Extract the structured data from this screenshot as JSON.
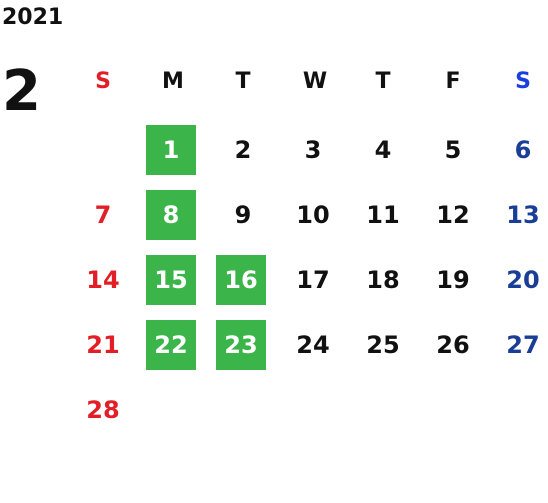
{
  "calendar": {
    "year": "2021",
    "month": "2",
    "weekdays": [
      "S",
      "M",
      "T",
      "W",
      "T",
      "F",
      "S"
    ],
    "weeks": [
      [
        "",
        "1",
        "2",
        "3",
        "4",
        "5",
        "6"
      ],
      [
        "7",
        "8",
        "9",
        "10",
        "11",
        "12",
        "13"
      ],
      [
        "14",
        "15",
        "16",
        "17",
        "18",
        "19",
        "20"
      ],
      [
        "21",
        "22",
        "23",
        "24",
        "25",
        "26",
        "27"
      ],
      [
        "28",
        "",
        "",
        "",
        "",
        "",
        ""
      ]
    ],
    "highlighted_days": [
      "1",
      "8",
      "15",
      "16",
      "22",
      "23"
    ]
  },
  "colors": {
    "sunday": "#e21f26",
    "saturday": "#1a3e96",
    "saturday_header": "#1a3ee0",
    "highlight": "#3bb54a",
    "text": "#111111"
  }
}
